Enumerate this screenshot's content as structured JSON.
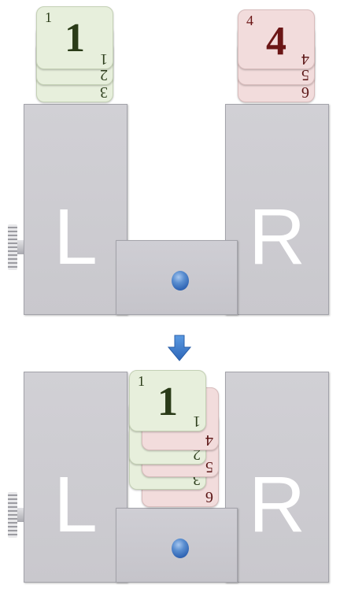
{
  "top_state": {
    "left_tower": {
      "label": "L"
    },
    "right_tower": {
      "label": "R"
    },
    "left_stack": [
      {
        "value": "3",
        "color": "green"
      },
      {
        "value": "2",
        "color": "green"
      },
      {
        "value": "1",
        "color": "green",
        "corner": "1",
        "center": "1"
      }
    ],
    "right_stack": [
      {
        "value": "6",
        "color": "pink"
      },
      {
        "value": "5",
        "color": "pink"
      },
      {
        "value": "4",
        "color": "pink",
        "corner": "4",
        "center": "4"
      }
    ]
  },
  "bottom_state": {
    "left_tower": {
      "label": "L"
    },
    "right_tower": {
      "label": "R"
    },
    "merged_stack": [
      {
        "value": "6",
        "color": "pink"
      },
      {
        "value": "3",
        "color": "green"
      },
      {
        "value": "5",
        "color": "pink"
      },
      {
        "value": "2",
        "color": "green"
      },
      {
        "value": "4",
        "color": "pink"
      },
      {
        "value": "1",
        "color": "green",
        "corner": "1",
        "center": "1"
      }
    ]
  },
  "colors": {
    "green_card": "#e7efdc",
    "pink_card": "#f2dcdc",
    "tower": "#cbcacf",
    "arrow": "#3d7fd0",
    "dot": "#2e63b3"
  },
  "icons": {
    "arrow": "down-arrow-icon",
    "knob": "knurled-knob-icon",
    "dot": "blue-dot-icon"
  }
}
